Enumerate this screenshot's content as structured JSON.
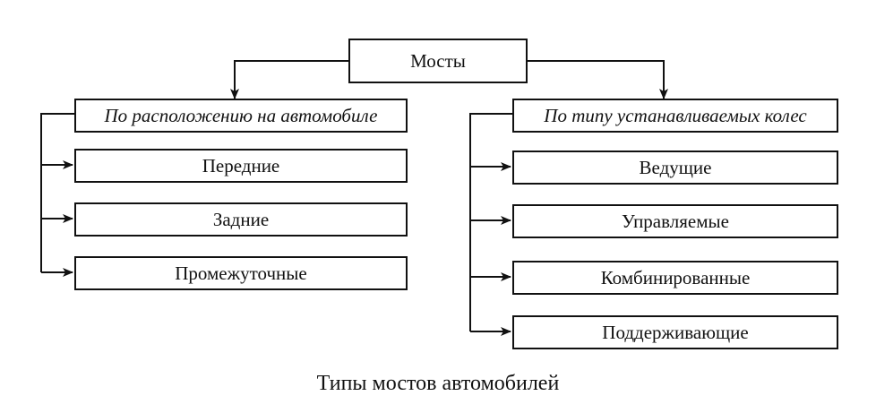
{
  "root": {
    "label": "Мосты"
  },
  "left_group": {
    "label": "По расположению на автомобиле",
    "items": [
      "Передние",
      "Задние",
      "Промежуточные"
    ]
  },
  "right_group": {
    "label": "По типу устанавливаемых колес",
    "items": [
      "Ведущие",
      "Управляемые",
      "Комбинированные",
      "Поддерживающие"
    ]
  },
  "caption": "Типы мостов автомобилей"
}
